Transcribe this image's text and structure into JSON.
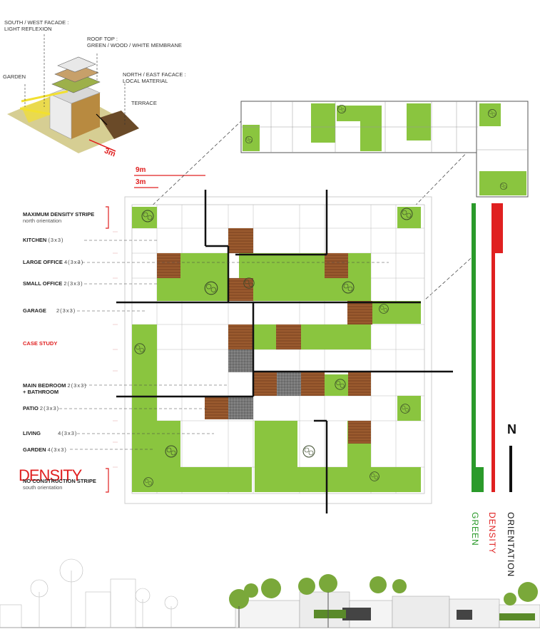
{
  "axo": {
    "south_west": [
      "SOUTH / WEST FACADE :",
      "LIGHT REFLEXION"
    ],
    "roof": [
      "ROOF TOP :",
      "GREEN / WOOD / WHITE MEMBRANE"
    ],
    "north_east": [
      "NORTH / EAST FACACE :",
      "LOCAL MATERIAL"
    ],
    "garden": "GARDEN",
    "terrace": "TERRACE",
    "dim": "3m"
  },
  "scale": {
    "nine": "9m",
    "three": "3m"
  },
  "legend": [
    {
      "title": "MAXIMUM DENSITY STRIPE",
      "sub": "north orientation"
    },
    {
      "title": "KITCHEN",
      "sub": "(3x3)"
    },
    {
      "title": "LARGE OFFICE",
      "sub": "4(3x3)"
    },
    {
      "title": "SMALL OFFICE",
      "sub": "2(3x3)"
    },
    {
      "title": "GARAGE",
      "sub": "2(3x3)"
    },
    {
      "title": "CASE STUDY",
      "sub": ""
    },
    {
      "title": "MAIN BEDROOM",
      "title2": "+ BATHROOM",
      "sub": "2(3x3)"
    },
    {
      "title": "PATIO",
      "sub": "2(3x3)"
    },
    {
      "title": "LIVING",
      "sub": "4(3x3)"
    },
    {
      "title": "GARDEN",
      "sub": "4(3x3)"
    },
    {
      "title": "NO CONSTRUCTION STRIPE",
      "sub": "south orientation"
    }
  ],
  "density_big": "DENSITY",
  "bars": {
    "green": "GREEN",
    "density": "DENSITY",
    "orientation": "ORIENTATION",
    "north": "N"
  },
  "colors": {
    "green": "#8ac53f",
    "wood": "#9a5a2e",
    "stone": "#777777",
    "red": "#e02020",
    "bar_green": "#2a9a2a"
  }
}
